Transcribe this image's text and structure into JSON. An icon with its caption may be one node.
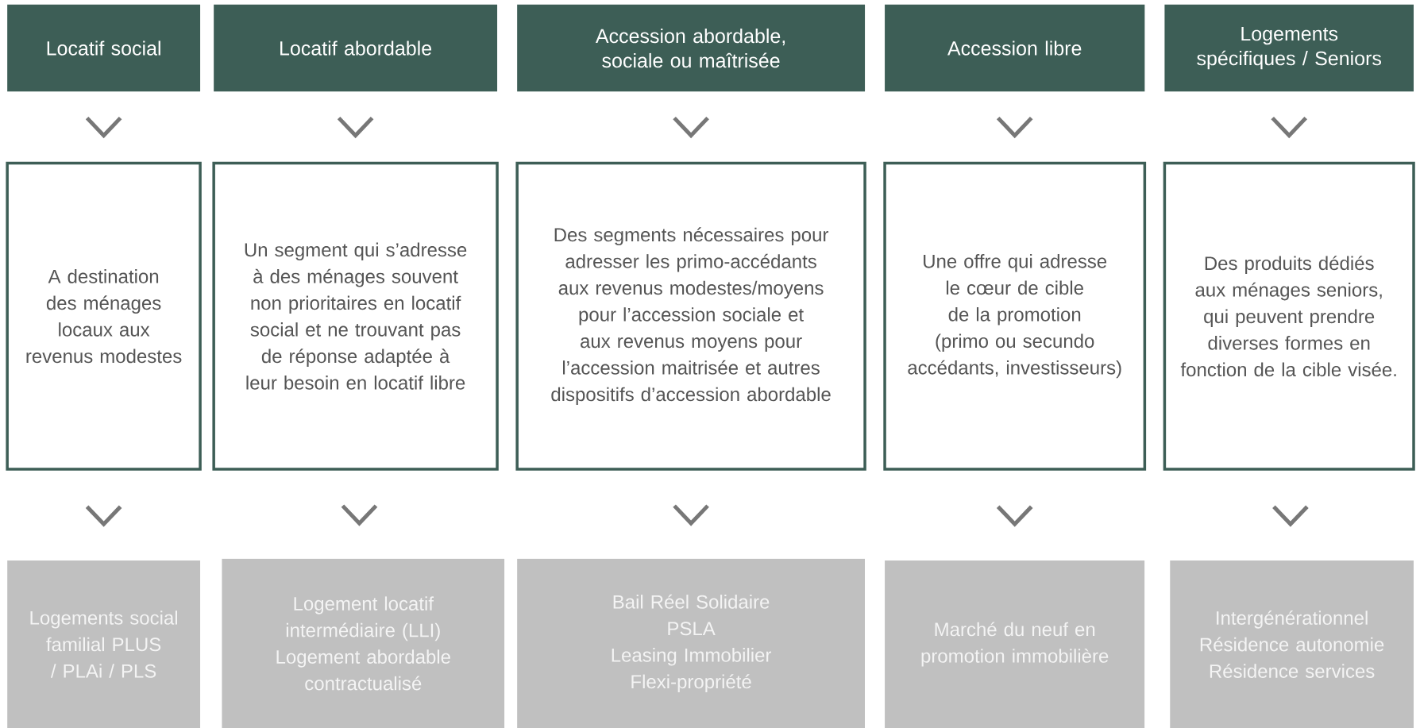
{
  "diagram": {
    "nodes": [
      {
        "text": [
          "Locatif social"
        ]
      },
      {
        "text": [
          "Locatif abordable"
        ]
      },
      {
        "text": [
          "Accession abordable, sociale ou maîtrisée"
        ]
      },
      {
        "text": [
          "Accession libre"
        ]
      },
      {
        "text": [
          "Logements spécifiques / Seniors"
        ]
      },
      {
        "text": [
          "A destination des ménages locaux aux revenus modestes"
        ]
      },
      {
        "text": [
          "Un segment qui s’adresse à des ménages souvent non prioritaires en locatif social et ne trouvant pas de réponse adaptée à leur besoin en locatif libre"
        ]
      },
      {
        "text": [
          "Des segments nécessaires pour adresser les primo-accédants aux revenus modestes/moyens pour l’accession sociale et aux revenus moyens pour l’accession maitrisée et autres dispositifs d’accession abordable"
        ]
      },
      {
        "text": [
          "Une offre qui adresse le cœur de cible de la promotion",
          "(primo ou secundo accédants, investisseurs)"
        ]
      },
      {
        "text": [
          "Des produits dédiés aux ménages seniors, qui peuvent prendre diverses formes en fonction de la cible visée."
        ]
      },
      {
        "text": [
          "Logements social familial PLUS / PLAi / PLS"
        ]
      },
      {
        "text": [
          "Logement locatif intermédiaire (LLI)",
          "Logement abordable contractualisé"
        ]
      },
      {
        "text": [
          "Bail Réel Solidaire",
          "PSLA",
          "Leasing Immobilier",
          "Flexi-propriété"
        ]
      },
      {
        "text": [
          "Marché du neuf en promotion immobilière"
        ]
      },
      {
        "text": [
          "Intergénérationnel",
          "Résidence autonomie",
          "Résidence services"
        ]
      }
    ],
    "edges": [
      {
        "from": 0,
        "to": 5,
        "arrow": "to"
      },
      {
        "from": 1,
        "to": 6,
        "arrow": "to"
      },
      {
        "from": 2,
        "to": 7,
        "arrow": "to"
      },
      {
        "from": 3,
        "to": 8,
        "arrow": "to"
      },
      {
        "from": 4,
        "to": 9,
        "arrow": "to"
      },
      {
        "from": 5,
        "to": 10,
        "arrow": "to"
      },
      {
        "from": 6,
        "to": 11,
        "arrow": "to"
      },
      {
        "from": 7,
        "to": 12,
        "arrow": "to"
      },
      {
        "from": 8,
        "to": 13,
        "arrow": "to"
      },
      {
        "from": 9,
        "to": 14,
        "arrow": "to"
      }
    ]
  }
}
